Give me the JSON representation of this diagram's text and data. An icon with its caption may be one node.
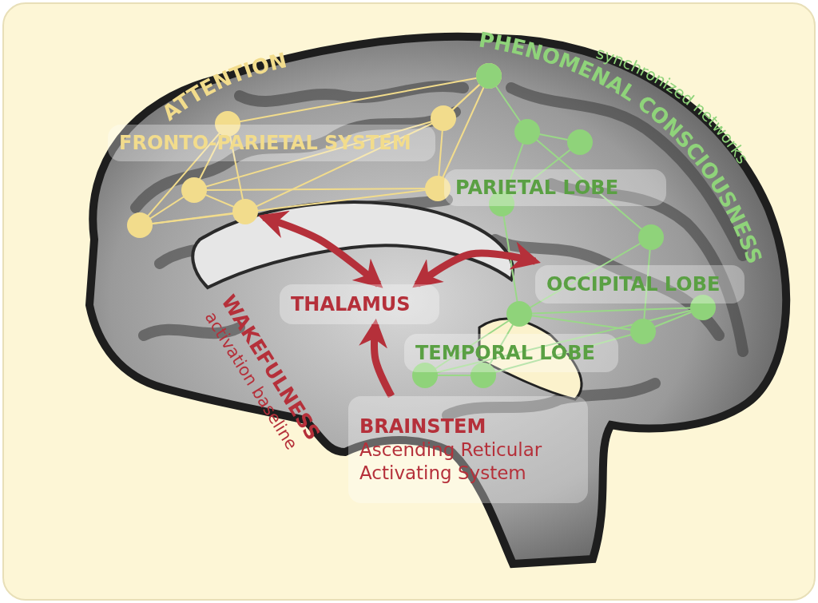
{
  "diagram": {
    "nodes": [
      {
        "text": [
          "FRONTO-PARIETAL SYSTEM"
        ]
      },
      {
        "text": [
          "PARIETAL LOBE"
        ]
      },
      {
        "text": [
          "OCCIPITAL LOBE"
        ]
      },
      {
        "text": [
          "THALAMUS"
        ]
      },
      {
        "text": [
          "TEMPORAL LOBE"
        ]
      },
      {
        "text": [
          "BRAINSTEM",
          "Ascending Reticular Activating System"
        ]
      }
    ],
    "edges": [
      {
        "from": null,
        "to": 3,
        "arrow": "both"
      },
      {
        "from": 3,
        "to": 2,
        "arrow": "both"
      },
      {
        "from": 5,
        "to": 3,
        "arrow": "to"
      }
    ],
    "labels": [
      "ATTENTION",
      "PHENOMENAL CONSCIOUSNESS",
      "synchronized networks",
      "WAKEFULNESS",
      "activation baseline"
    ]
  }
}
